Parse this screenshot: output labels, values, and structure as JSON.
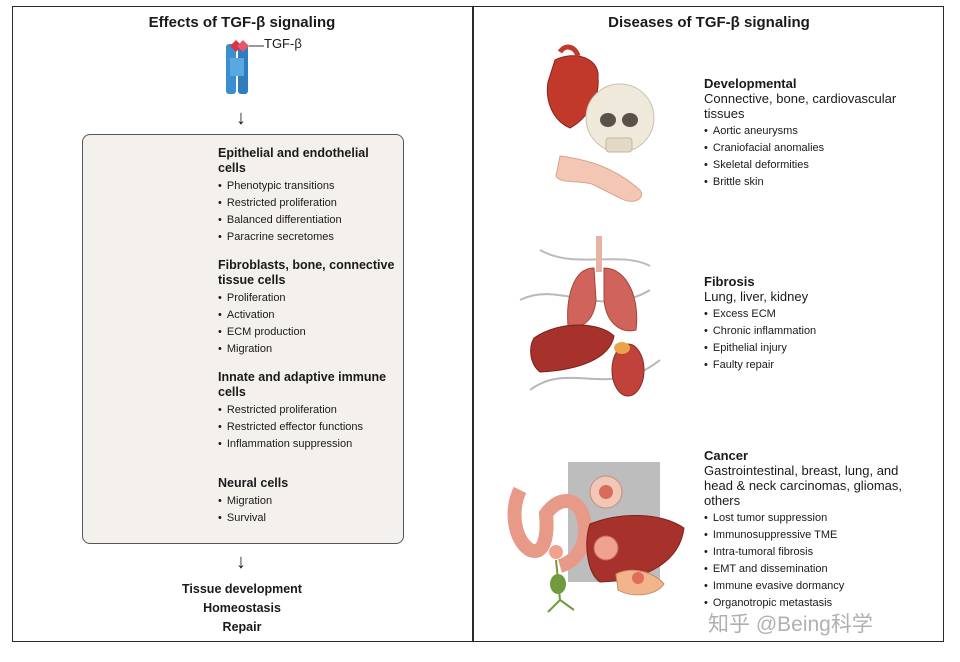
{
  "left": {
    "title": "Effects of TGF-β signaling",
    "receptor_label": "TGF-β",
    "groups": [
      {
        "title": "Epithelial and endothelial cells",
        "items": [
          "Phenotypic transitions",
          "Restricted proliferation",
          "Balanced differentiation",
          "Paracrine secretomes"
        ]
      },
      {
        "title": "Fibroblasts, bone, connective tissue cells",
        "items": [
          "Proliferation",
          "Activation",
          "ECM production",
          "Migration"
        ]
      },
      {
        "title": "Innate and adaptive immune cells",
        "items": [
          "Restricted proliferation",
          "Restricted effector functions",
          "Inflammation suppression"
        ]
      },
      {
        "title": "Neural cells",
        "items": [
          "Migration",
          "Survival"
        ]
      }
    ],
    "outcomes": [
      "Tissue development",
      "Homeostasis",
      "Repair"
    ]
  },
  "right": {
    "title": "Diseases of TGF-β signaling",
    "diseases": [
      {
        "title": "Developmental",
        "subtitle": "Connective, bone, cardiovascular tissues",
        "items": [
          "Aortic aneurysms",
          "Craniofacial anomalies",
          "Skeletal deformities",
          "Brittle skin"
        ]
      },
      {
        "title": "Fibrosis",
        "subtitle": "Lung, liver, kidney",
        "items": [
          "Excess ECM",
          "Chronic inflammation",
          "Epithelial injury",
          "Faulty repair"
        ]
      },
      {
        "title": "Cancer",
        "subtitle": "Gastrointestinal, breast, lung, and head & neck carcinomas, gliomas, others",
        "items": [
          "Lost tumor suppression",
          "Immunosuppressive TME",
          "Intra-tumoral fibrosis",
          "EMT and dissemination",
          "Immune evasive dormancy",
          "Organotropic metastasis"
        ]
      }
    ]
  },
  "watermark": "知乎 @Being科学",
  "colors": {
    "receptor": "#3a8fd0",
    "ligand": "#d9344a",
    "organ": "#b8392f",
    "cell_pink": "#f3b8aa",
    "panel_bg": "#f4f0ec"
  }
}
